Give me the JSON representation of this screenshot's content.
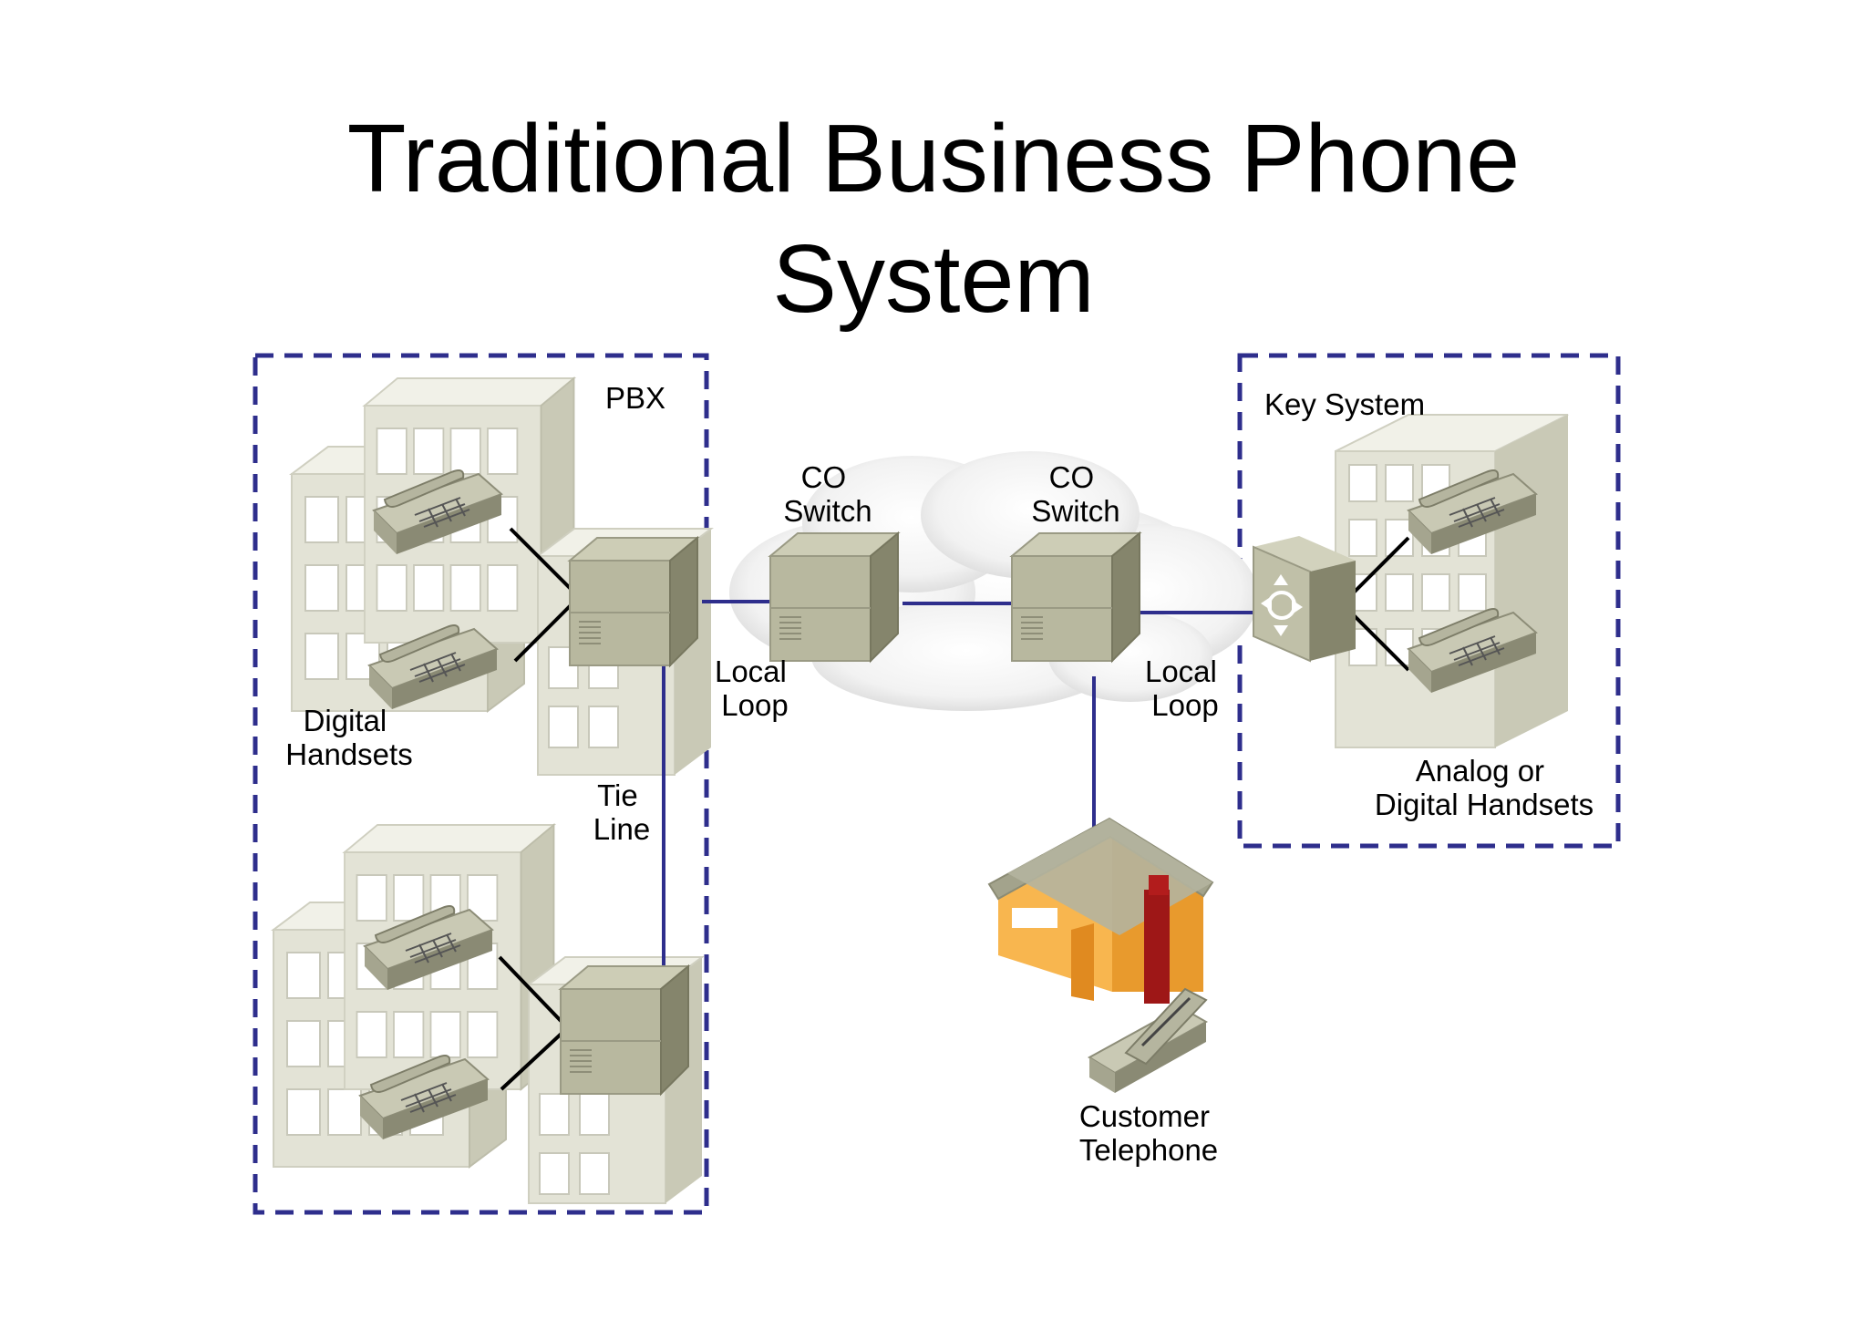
{
  "title": {
    "line1": "Traditional Business Phone",
    "line2": "System"
  },
  "labels": {
    "pbx": "PBX",
    "digital_handsets": [
      "Digital",
      "Handsets"
    ],
    "tie_line": [
      "Tie",
      "Line"
    ],
    "co_switch_left": [
      "CO",
      "Switch"
    ],
    "co_switch_right": [
      "CO",
      "Switch"
    ],
    "local_loop_left": [
      "Local",
      "Loop"
    ],
    "local_loop_right": [
      "Local",
      "Loop"
    ],
    "key_system": "Key System",
    "analog_digital_handsets": [
      "Analog or",
      "Digital Handsets"
    ],
    "customer_telephone": [
      "Customer",
      "Telephone"
    ]
  },
  "colors": {
    "line_blue": "#2e2e8c",
    "dashed_box": "#2e2e8c",
    "building": "#e3e3d6",
    "equipment": "#a5a58a",
    "house_wall": "#f8b64f",
    "house_roof": "#a3a38c",
    "chimney": "#9e1717"
  }
}
